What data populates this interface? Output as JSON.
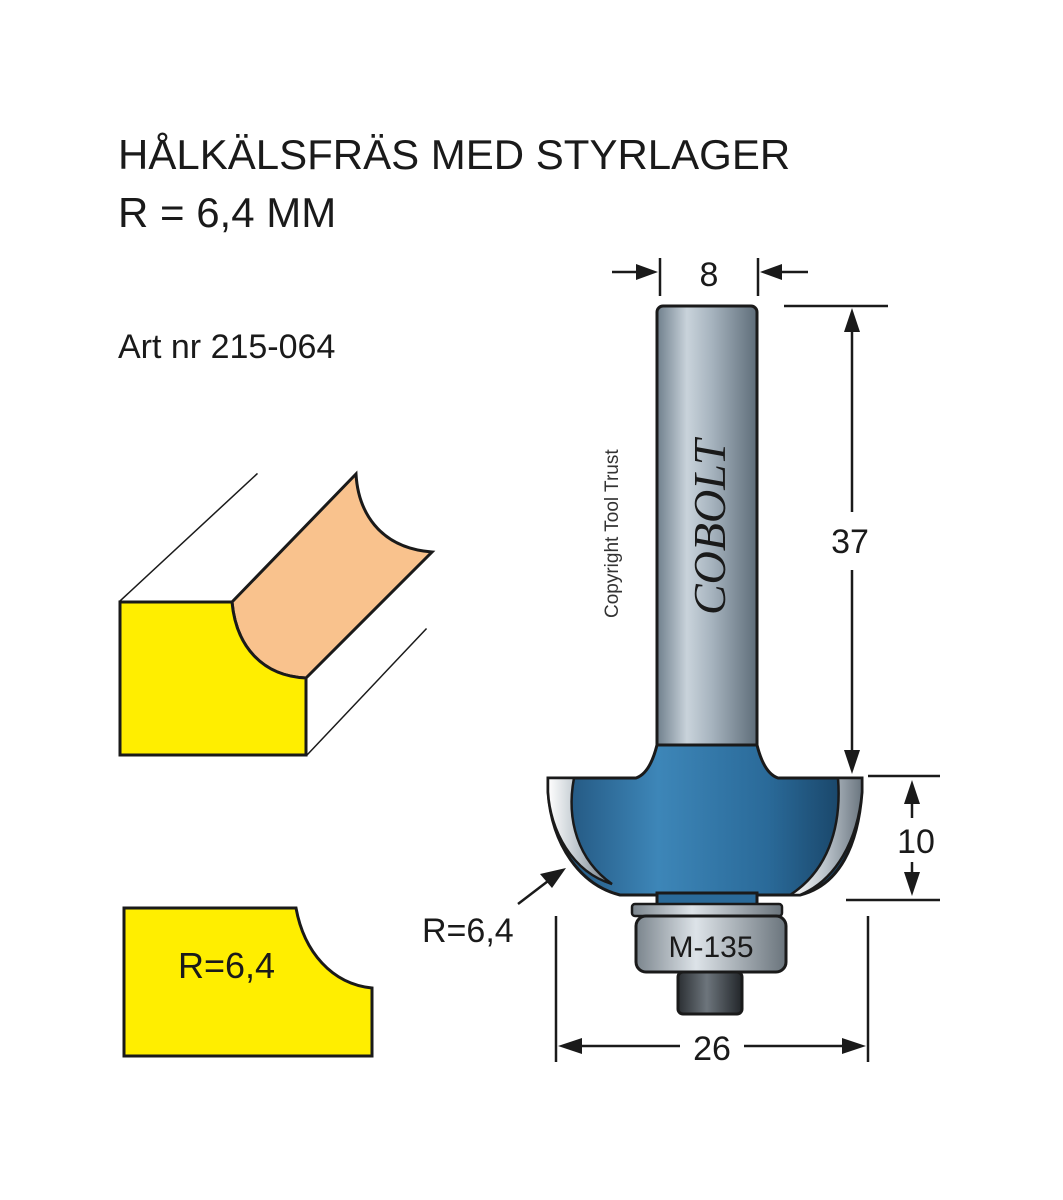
{
  "title": {
    "line1": "HÅLKÄLSFRÄS MED STYRLAGER",
    "line2": "R = 6,4 MM"
  },
  "article": "Art nr 215-064",
  "profile": {
    "label": "R=6,4"
  },
  "tool": {
    "brand": "COBOLT",
    "copyright": "Copyright Tool Trust",
    "bearing_label": "M-135"
  },
  "dimensions": {
    "shank_diameter": "8",
    "shank_length": "37",
    "cutter_height": "10",
    "radius": "R=6,4",
    "cutter_diameter": "26"
  },
  "colors": {
    "workpiece_yellow": "#ffee00",
    "cut_surface": "#f9c28d",
    "cutter_blue": "#2e6e9e",
    "shank_grey": "#9aa8b4",
    "outline": "#1a1a1a"
  }
}
